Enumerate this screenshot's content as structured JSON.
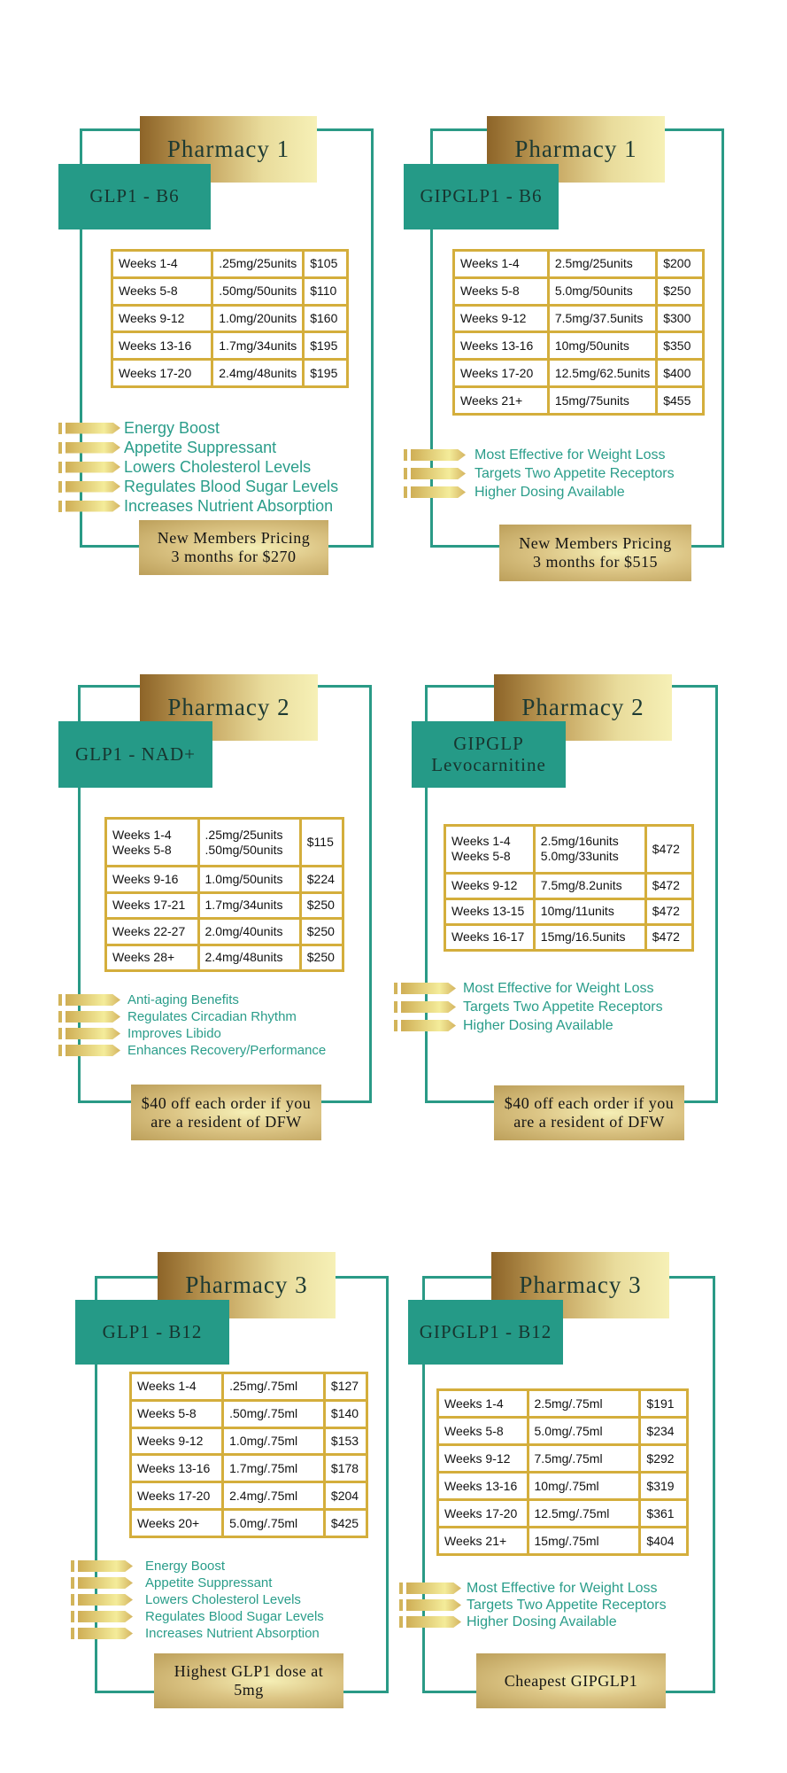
{
  "colors": {
    "teal": "#259a87",
    "gold_border": "#d4ae3c",
    "bullet_text": "#2a9d8a"
  },
  "cards": [
    {
      "pharmacy": "Pharmacy 1",
      "product": "GLP1 - B6",
      "rows": [
        [
          "Weeks 1-4",
          ".25mg/25units",
          "$105"
        ],
        [
          "Weeks 5-8",
          ".50mg/50units",
          "$110"
        ],
        [
          "Weeks 9-12",
          "1.0mg/20units",
          "$160"
        ],
        [
          "Weeks 13-16",
          "1.7mg/34units",
          "$195"
        ],
        [
          "Weeks 17-20",
          "2.4mg/48units",
          "$195"
        ]
      ],
      "benefits": [
        "Energy Boost",
        "Appetite Suppressant",
        "Lowers Cholesterol Levels",
        "Regulates Blood Sugar Levels",
        "Increases Nutrient Absorption"
      ],
      "footer": "New Members Pricing\n3 months for $270"
    },
    {
      "pharmacy": "Pharmacy 1",
      "product": "GIPGLP1 - B6",
      "rows": [
        [
          "Weeks 1-4",
          "2.5mg/25units",
          "$200"
        ],
        [
          "Weeks 5-8",
          "5.0mg/50units",
          "$250"
        ],
        [
          "Weeks 9-12",
          "7.5mg/37.5units",
          "$300"
        ],
        [
          "Weeks 13-16",
          "10mg/50units",
          "$350"
        ],
        [
          "Weeks 17-20",
          "12.5mg/62.5units",
          "$400"
        ],
        [
          "Weeks 21+",
          "15mg/75units",
          "$455"
        ]
      ],
      "benefits": [
        "Most Effective for Weight Loss",
        "Targets Two Appetite Receptors",
        "Higher Dosing Available"
      ],
      "footer": "New Members Pricing\n3 months for $515"
    },
    {
      "pharmacy": "Pharmacy 2",
      "product": "GLP1 - NAD+",
      "rows": [
        [
          "Weeks 1-4\nWeeks 5-8",
          ".25mg/25units\n.50mg/50units",
          "$115"
        ],
        [
          "Weeks 9-16",
          "1.0mg/50units",
          "$224"
        ],
        [
          "Weeks 17-21",
          "1.7mg/34units",
          "$250"
        ],
        [
          "Weeks 22-27",
          "2.0mg/40units",
          "$250"
        ],
        [
          "Weeks 28+",
          "2.4mg/48units",
          "$250"
        ]
      ],
      "benefits": [
        "Anti-aging Benefits",
        "Regulates Circadian Rhythm",
        "Improves Libido",
        "Enhances Recovery/Performance"
      ],
      "footer": "$40 off each order if you\nare a resident of DFW"
    },
    {
      "pharmacy": "Pharmacy 2",
      "product": "GIPGLP\nLevocarnitine",
      "rows": [
        [
          "Weeks 1-4\nWeeks 5-8",
          "2.5mg/16units\n5.0mg/33units",
          "$472"
        ],
        [
          "Weeks 9-12",
          "7.5mg/8.2units",
          "$472"
        ],
        [
          "Weeks 13-15",
          "10mg/11units",
          "$472"
        ],
        [
          "Weeks 16-17",
          "15mg/16.5units",
          "$472"
        ]
      ],
      "benefits": [
        "Most Effective for Weight Loss",
        "Targets Two Appetite Receptors",
        "Higher Dosing Available"
      ],
      "footer": "$40 off each order if you\nare a resident of DFW"
    },
    {
      "pharmacy": "Pharmacy 3",
      "product": "GLP1 - B12",
      "rows": [
        [
          "Weeks 1-4",
          ".25mg/.75ml",
          "$127"
        ],
        [
          "Weeks 5-8",
          ".50mg/.75ml",
          "$140"
        ],
        [
          "Weeks 9-12",
          "1.0mg/.75ml",
          "$153"
        ],
        [
          "Weeks 13-16",
          "1.7mg/.75ml",
          "$178"
        ],
        [
          "Weeks 17-20",
          "2.4mg/.75ml",
          "$204"
        ],
        [
          "Weeks 20+",
          "5.0mg/.75ml",
          "$425"
        ]
      ],
      "benefits": [
        "Energy Boost",
        "Appetite Suppressant",
        "Lowers Cholesterol Levels",
        "Regulates Blood Sugar Levels",
        "Increases Nutrient Absorption"
      ],
      "footer": "Highest GLP1 dose at\n5mg"
    },
    {
      "pharmacy": "Pharmacy 3",
      "product": "GIPGLP1 - B12",
      "rows": [
        [
          "Weeks 1-4",
          "2.5mg/.75ml",
          "$191"
        ],
        [
          "Weeks 5-8",
          "5.0mg/.75ml",
          "$234"
        ],
        [
          "Weeks 9-12",
          "7.5mg/.75ml",
          "$292"
        ],
        [
          "Weeks 13-16",
          "10mg/.75ml",
          "$319"
        ],
        [
          "Weeks 17-20",
          "12.5mg/.75ml",
          "$361"
        ],
        [
          "Weeks 21+",
          "15mg/.75ml",
          "$404"
        ]
      ],
      "benefits": [
        "Most Effective for Weight Loss",
        "Targets Two Appetite Receptors",
        "Higher Dosing Available"
      ],
      "footer": "Cheapest GIPGLP1"
    }
  ]
}
